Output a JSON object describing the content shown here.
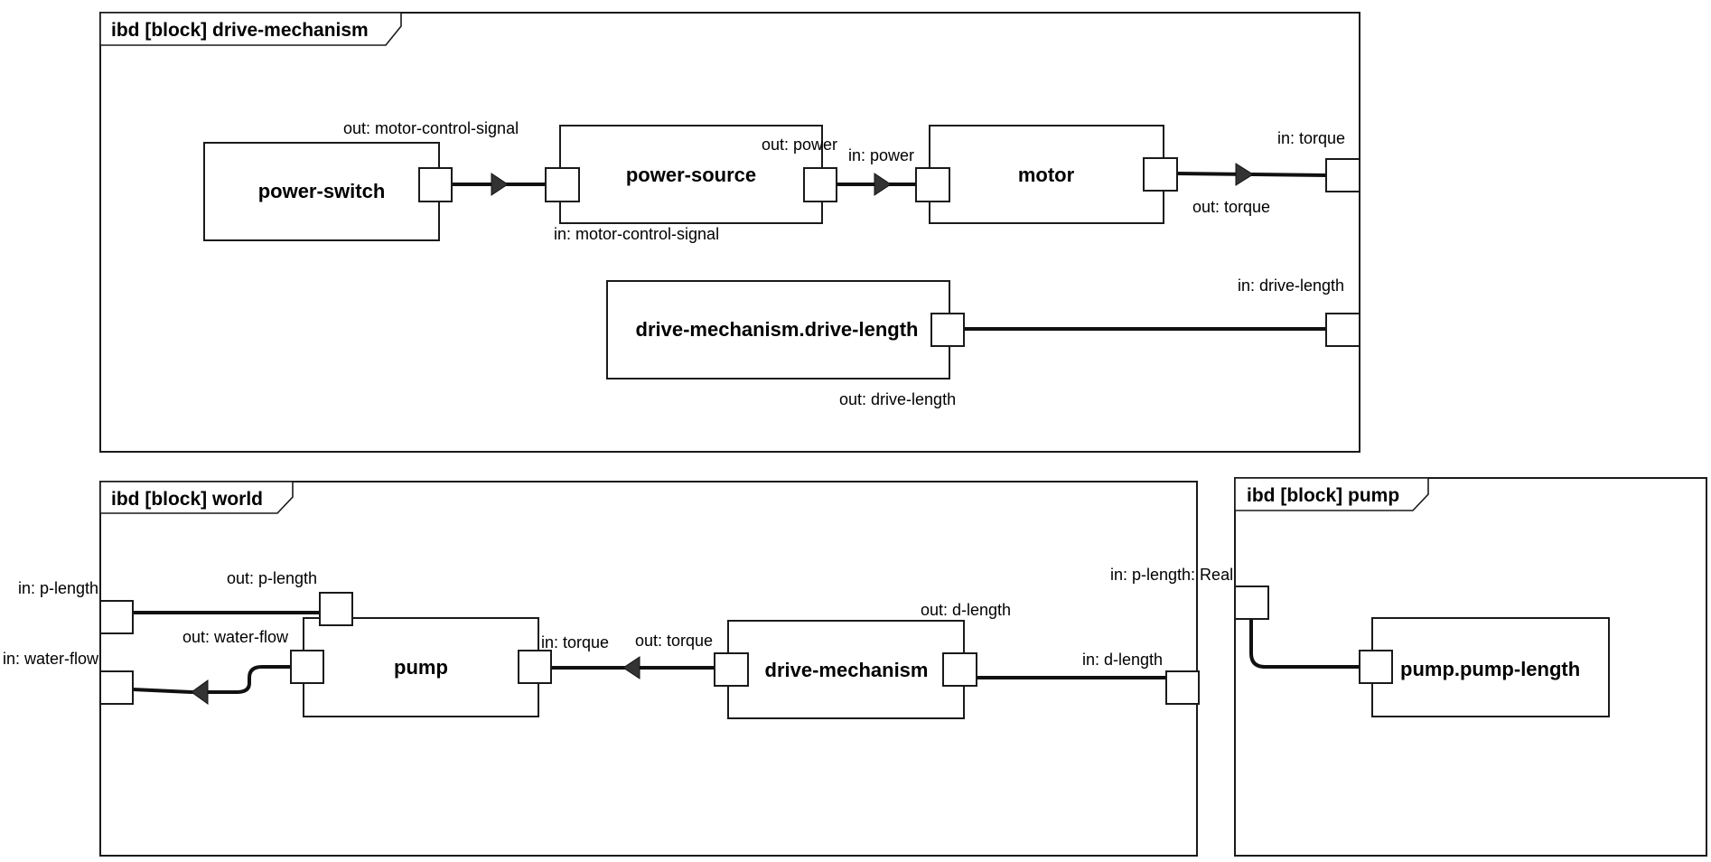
{
  "diagrams": {
    "drive_mechanism": {
      "title": "ibd [block] drive-mechanism",
      "blocks": {
        "power_switch": "power-switch",
        "power_source": "power-source",
        "motor": "motor",
        "drive_length": "drive-mechanism.drive-length"
      },
      "ports": {
        "ps_out": "out: motor-control-signal",
        "src_in": "in: motor-control-signal",
        "src_out": "out: power",
        "motor_in": "in: power",
        "motor_out": "out: torque",
        "frame_torque": "in: torque",
        "dl_out": "out: drive-length",
        "frame_dl": "in: drive-length"
      }
    },
    "world": {
      "title": "ibd [block] world",
      "blocks": {
        "pump": "pump",
        "drive_mechanism": "drive-mechanism"
      },
      "ports": {
        "frame_plength": "in: p-length",
        "frame_waterflow": "in: water-flow",
        "pump_plength": "out: p-length",
        "pump_waterflow": "out: water-flow",
        "pump_torque": "in: torque",
        "dm_torque": "out: torque",
        "dm_dlength": "out: d-length",
        "frame_dlength": "in: d-length"
      }
    },
    "pump": {
      "title": "ibd [block] pump",
      "blocks": {
        "pump_length": "pump.pump-length"
      },
      "ports": {
        "frame_plength": "in: p-length: Real"
      }
    }
  }
}
